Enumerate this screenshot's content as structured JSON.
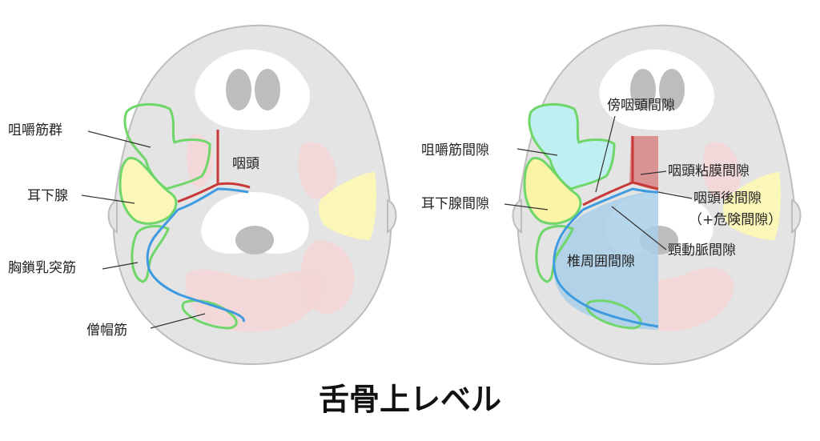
{
  "title": "舌骨上レベル",
  "colors": {
    "green": "#6fd66a",
    "blue": "#3e9be0",
    "red": "#c83a3a",
    "head": "#e4e4e4",
    "outline": "#bdbdbd",
    "bone": "#ffffff",
    "muscle": "#f3d6d6",
    "gland": "#fbf7b8",
    "space_masticator": "#bfeff0",
    "space_parotid": "#fbf3a6",
    "space_pharyngeal_mucosal": "#d98484",
    "space_perivertebral": "#a9cfe8"
  },
  "left": {
    "labels": {
      "masticator": "咀嚼筋群",
      "parotid": "耳下腺",
      "pharynx": "咽頭",
      "scm": "胸鎖乳突筋",
      "trapezius": "僧帽筋"
    }
  },
  "right": {
    "labels": {
      "parapharyngeal": "傍咽頭間隙",
      "masticator_space": "咀嚼筋間隙",
      "pharyngeal_mucosal": "咽頭粘膜間隙",
      "parotid_space": "耳下腺間隙",
      "retropharyngeal": "咽頭後間隙",
      "danger": "（+危険間隙）",
      "carotid": "頸動脈間隙",
      "perivertebral": "椎周囲間隙"
    }
  }
}
